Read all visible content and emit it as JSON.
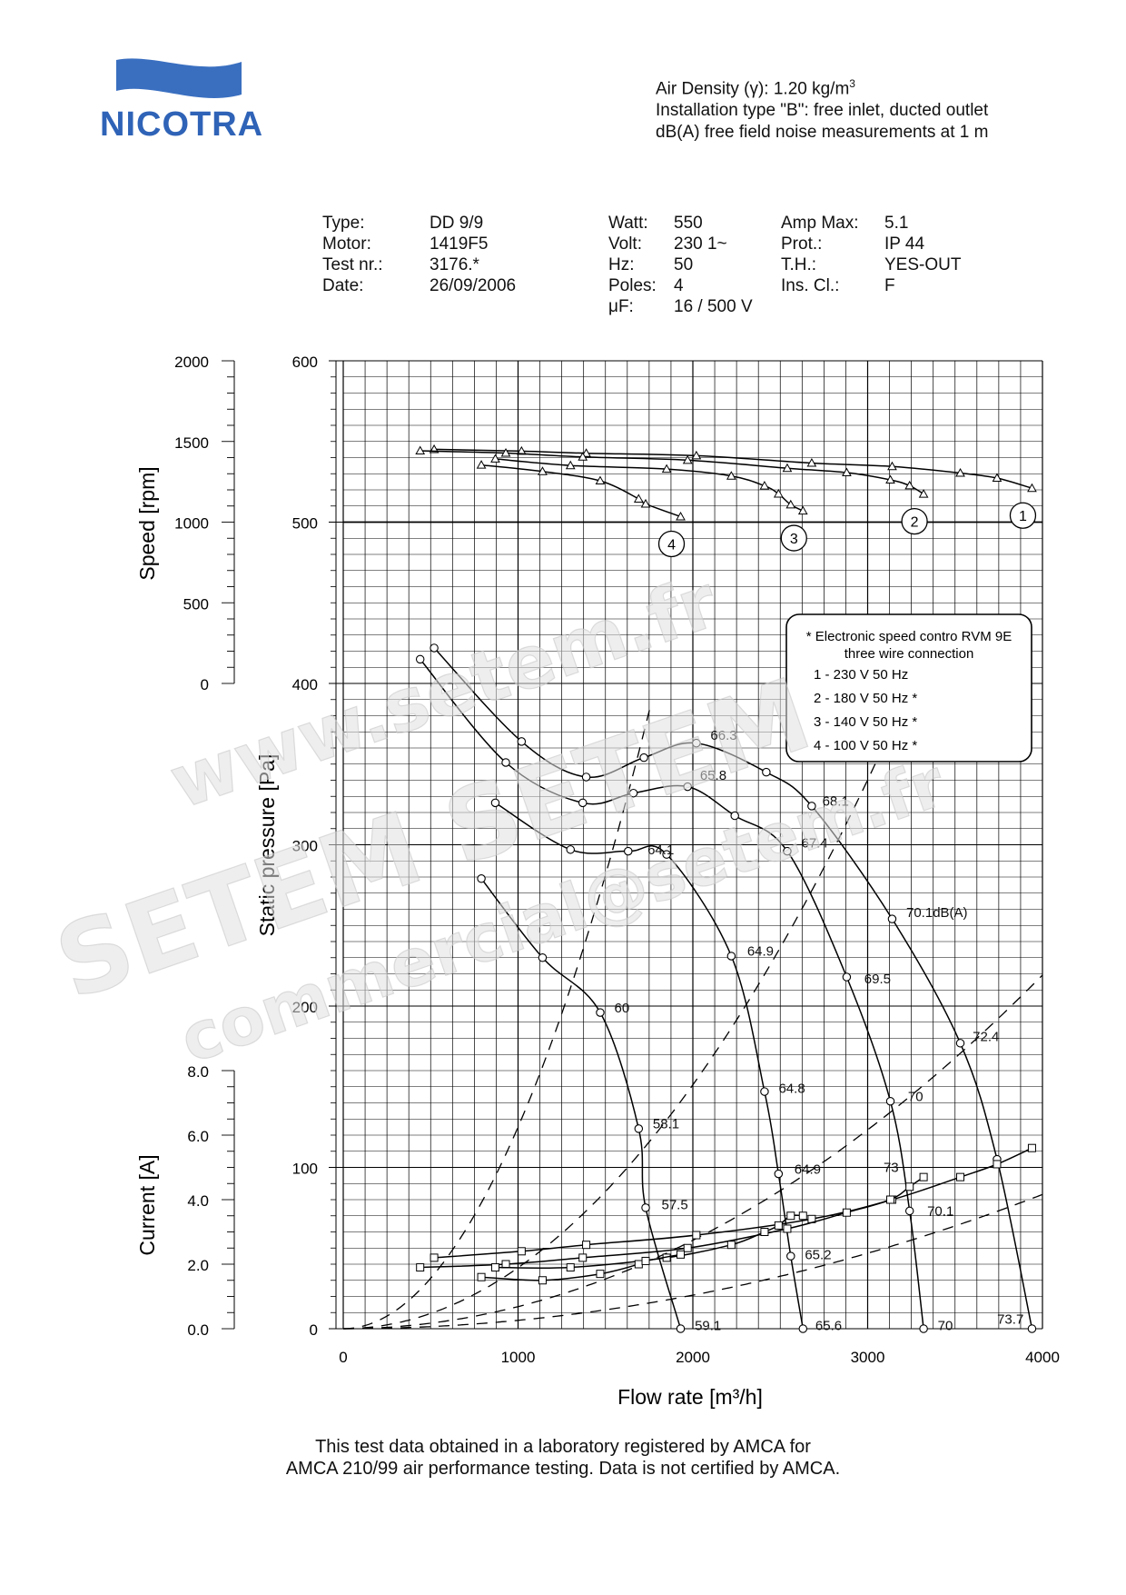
{
  "brand": {
    "name": "NICOTRA",
    "colors": {
      "brand_blue": "#3a6fc0",
      "brand_text": "#2f63b7",
      "grid": "#000000",
      "watermark": "#d8d8d8"
    }
  },
  "header": {
    "line1_prefix": "Air Density (",
    "line1_gamma": "γ",
    "line1_suffix": "):  1.20 kg/m",
    "line1_sup": "3",
    "line2": "Installation type \"B\": free inlet, ducted outlet",
    "line3": "dB(A)  free field noise measurements at 1 m"
  },
  "specs": {
    "col1": [
      {
        "label": "Type:",
        "value": "DD 9/9"
      },
      {
        "label": "Motor:",
        "value": "1419F5"
      },
      {
        "label": "Test nr.:",
        "value": "3176.*"
      },
      {
        "label": "Date:",
        "value": "26/09/2006"
      }
    ],
    "col2": [
      {
        "label": "Watt:",
        "value": "550"
      },
      {
        "label": "Volt:",
        "value": "230 1~"
      },
      {
        "label": "Hz:",
        "value": "50"
      },
      {
        "label": "Poles:",
        "value": "4"
      },
      {
        "label": "μF:",
        "value": "16 / 500 V"
      }
    ],
    "col3": [
      {
        "label": "Amp Max:",
        "value": "5.1"
      },
      {
        "label": "Prot.:",
        "value": "IP 44"
      },
      {
        "label": "T.H.:",
        "value": "YES-OUT"
      },
      {
        "label": "Ins. Cl.:",
        "value": "F"
      }
    ]
  },
  "legend": {
    "title1": "* Electronic speed contro RVM 9E",
    "title2": "three wire connection",
    "items": [
      "1 - 230 V 50 Hz",
      "2 - 180 V 50 Hz *",
      "3 - 140 V 50 Hz *",
      "4 - 100 V 50 Hz *"
    ]
  },
  "watermark": {
    "line1": "www.setem.fr",
    "line2": "SETEM SETEM",
    "line3": "commercial@setem.fr"
  },
  "footer": {
    "line1": "This test data obtained in a laboratory registered by AMCA for",
    "line2": "AMCA 210/99 air performance testing. Data is not certified by AMCA."
  },
  "chart_data": {
    "type": "line",
    "xlabel": "Flow rate [m³/h]",
    "x_ticks": [
      "0",
      "1000",
      "2000",
      "3000",
      "4000"
    ],
    "xlim": [
      0,
      4000
    ],
    "pressure_axis": {
      "label": "Static pressure [Pa]",
      "ylim": [
        0,
        600
      ],
      "ticks": [
        "0",
        "100",
        "200",
        "300",
        "400",
        "500",
        "600"
      ]
    },
    "speed_axis": {
      "label": "Speed [rpm]",
      "ylim": [
        0,
        2000
      ],
      "ticks": [
        "0",
        "500",
        "1000",
        "1500",
        "2000"
      ]
    },
    "current_axis": {
      "label": "Current [A]",
      "ylim": [
        0,
        8
      ],
      "ticks": [
        "0.0",
        "2.0",
        "4.0",
        "6.0",
        "8.0"
      ]
    },
    "grid": true,
    "pressure_curves": [
      {
        "curve": "1",
        "points": [
          [
            520,
            422
          ],
          [
            1020,
            364
          ],
          [
            1390,
            342
          ],
          [
            1720,
            354
          ],
          [
            2020,
            363
          ],
          [
            2420,
            345
          ],
          [
            2680,
            324
          ],
          [
            3140,
            254
          ],
          [
            3530,
            177
          ],
          [
            3740,
            105
          ],
          [
            3940,
            0
          ]
        ]
      },
      {
        "curve": "2",
        "points": [
          [
            440,
            415
          ],
          [
            930,
            351
          ],
          [
            1370,
            326
          ],
          [
            1660,
            332
          ],
          [
            1970,
            336
          ],
          [
            2240,
            318
          ],
          [
            2540,
            296
          ],
          [
            2880,
            218
          ],
          [
            3130,
            141
          ],
          [
            3240,
            73
          ],
          [
            3320,
            0
          ]
        ]
      },
      {
        "curve": "3",
        "points": [
          [
            870,
            326
          ],
          [
            1300,
            297
          ],
          [
            1630,
            296
          ],
          [
            1850,
            294
          ],
          [
            2220,
            231
          ],
          [
            2410,
            147
          ],
          [
            2490,
            96
          ],
          [
            2560,
            45
          ],
          [
            2630,
            0
          ]
        ]
      },
      {
        "curve": "4",
        "points": [
          [
            790,
            279
          ],
          [
            1140,
            230
          ],
          [
            1470,
            196
          ],
          [
            1690,
            124
          ],
          [
            1730,
            75
          ],
          [
            1930,
            0
          ]
        ]
      }
    ],
    "speed_curves": [
      {
        "curve": "1",
        "rpm": [
          [
            520,
            1451
          ],
          [
            1020,
            1440
          ],
          [
            1390,
            1427
          ],
          [
            2020,
            1412
          ],
          [
            2680,
            1366
          ],
          [
            3140,
            1345
          ],
          [
            3530,
            1304
          ],
          [
            3740,
            1273
          ],
          [
            3940,
            1210
          ]
        ]
      },
      {
        "curve": "2",
        "rpm": [
          [
            440,
            1442
          ],
          [
            930,
            1428
          ],
          [
            1370,
            1404
          ],
          [
            1970,
            1384
          ],
          [
            2540,
            1334
          ],
          [
            2880,
            1307
          ],
          [
            3130,
            1262
          ],
          [
            3240,
            1226
          ],
          [
            3320,
            1174
          ]
        ]
      },
      {
        "curve": "3",
        "rpm": [
          [
            870,
            1392
          ],
          [
            1300,
            1351
          ],
          [
            1850,
            1329
          ],
          [
            2220,
            1286
          ],
          [
            2410,
            1225
          ],
          [
            2490,
            1175
          ],
          [
            2560,
            1108
          ],
          [
            2630,
            1070
          ]
        ]
      },
      {
        "curve": "4",
        "rpm": [
          [
            790,
            1354
          ],
          [
            1140,
            1314
          ],
          [
            1470,
            1256
          ],
          [
            1690,
            1144
          ],
          [
            1730,
            1113
          ],
          [
            1930,
            1034
          ]
        ]
      }
    ],
    "current_curves": [
      {
        "curve": "1",
        "amps": [
          [
            520,
            2.2
          ],
          [
            1020,
            2.4
          ],
          [
            1390,
            2.6
          ],
          [
            2020,
            2.9
          ],
          [
            2680,
            3.4
          ],
          [
            3140,
            4.0
          ],
          [
            3530,
            4.7
          ],
          [
            3740,
            5.1
          ],
          [
            3940,
            5.6
          ]
        ]
      },
      {
        "curve": "2",
        "amps": [
          [
            440,
            1.9
          ],
          [
            930,
            2.0
          ],
          [
            1370,
            2.2
          ],
          [
            1970,
            2.5
          ],
          [
            2540,
            3.1
          ],
          [
            2880,
            3.6
          ],
          [
            3130,
            4.0
          ],
          [
            3240,
            4.4
          ],
          [
            3320,
            4.7
          ]
        ]
      },
      {
        "curve": "3",
        "amps": [
          [
            870,
            1.9
          ],
          [
            1300,
            1.9
          ],
          [
            1850,
            2.2
          ],
          [
            2220,
            2.6
          ],
          [
            2410,
            3.0
          ],
          [
            2490,
            3.2
          ],
          [
            2560,
            3.5
          ],
          [
            2630,
            3.5
          ]
        ]
      },
      {
        "curve": "4",
        "amps": [
          [
            790,
            1.6
          ],
          [
            1140,
            1.5
          ],
          [
            1470,
            1.7
          ],
          [
            1690,
            2.0
          ],
          [
            1730,
            2.1
          ],
          [
            1930,
            2.3
          ]
        ]
      }
    ],
    "noise_labels": [
      {
        "text": "66.3",
        "x": 2080,
        "y": 368
      },
      {
        "text": "68.1",
        "x": 2720,
        "y": 327
      },
      {
        "text": "70.1dB(A)",
        "x": 3200,
        "y": 258
      },
      {
        "text": "72.4",
        "x": 3580,
        "y": 181
      },
      {
        "text": "73.7",
        "x": 3720,
        "y": 6
      },
      {
        "text": "65.8",
        "x": 2020,
        "y": 343
      },
      {
        "text": "67.4",
        "x": 2600,
        "y": 301
      },
      {
        "text": "69.5",
        "x": 2960,
        "y": 217
      },
      {
        "text": "70",
        "x": 3210,
        "y": 144
      },
      {
        "text": "73",
        "x": 3070,
        "y": 100
      },
      {
        "text": "70.1",
        "x": 3320,
        "y": 73
      },
      {
        "text": "70",
        "x": 3380,
        "y": 2
      },
      {
        "text": "64.1",
        "x": 1720,
        "y": 297
      },
      {
        "text": "64.9",
        "x": 2290,
        "y": 234
      },
      {
        "text": "64.8",
        "x": 2470,
        "y": 149
      },
      {
        "text": "64.9",
        "x": 2560,
        "y": 99
      },
      {
        "text": "65.2",
        "x": 2620,
        "y": 46
      },
      {
        "text": "65.6",
        "x": 2680,
        "y": 2
      },
      {
        "text": "60",
        "x": 1530,
        "y": 199
      },
      {
        "text": "58.1",
        "x": 1750,
        "y": 127
      },
      {
        "text": "57.5",
        "x": 1800,
        "y": 77
      },
      {
        "text": "59.1",
        "x": 1990,
        "y": 2
      }
    ],
    "system_curves": [
      {
        "k": 0.000125
      },
      {
        "k": 3.78e-05
      },
      {
        "k": 1.37e-05
      },
      {
        "k": 5.2e-06
      }
    ]
  }
}
